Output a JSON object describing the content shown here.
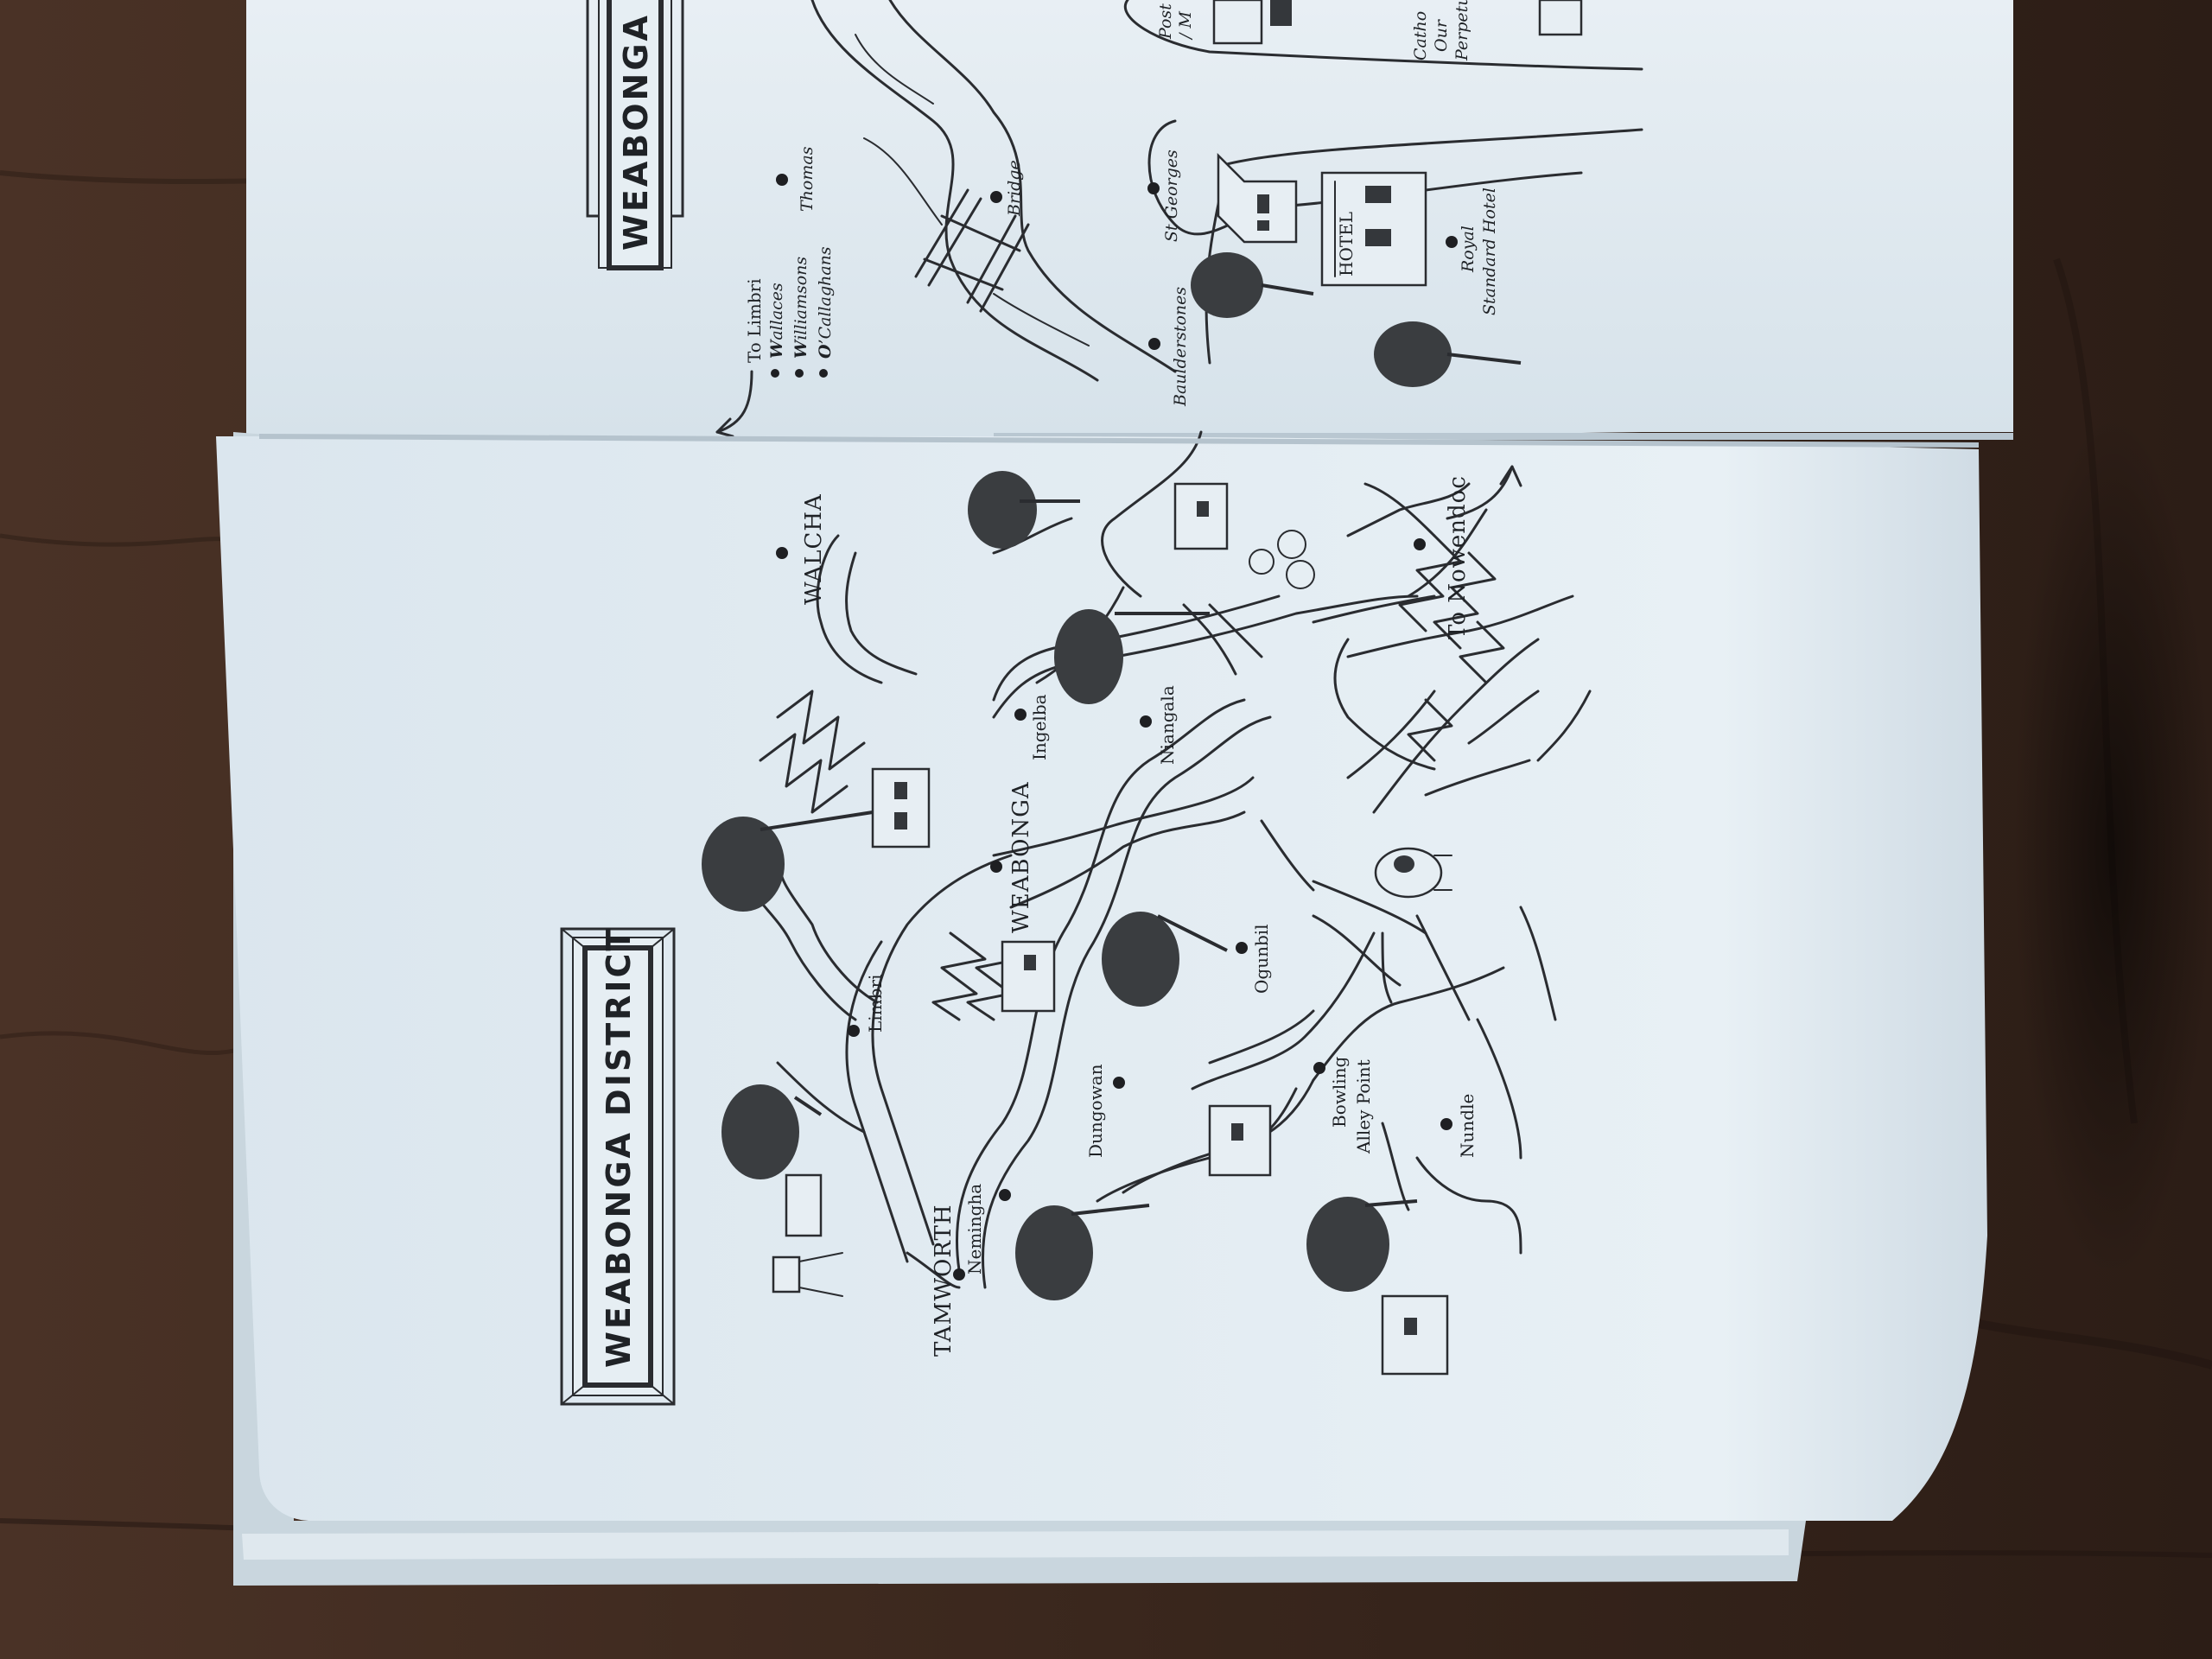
{
  "district_map": {
    "title": "WEABONGA DISTRICT",
    "towns": [
      {
        "id": "tamworth",
        "label": "TAMWORTH"
      },
      {
        "id": "nemingha",
        "label": "Nemingha"
      },
      {
        "id": "limbri",
        "label": "Limbri"
      },
      {
        "id": "weabonga",
        "label": "WEABONGA"
      },
      {
        "id": "dungowan",
        "label": "Dungowan"
      },
      {
        "id": "ogunbil",
        "label": "Ogunbil"
      },
      {
        "id": "bowling",
        "label": "Bowling"
      },
      {
        "id": "alley-point",
        "label": "Alley Point"
      },
      {
        "id": "nundle",
        "label": "Nundle"
      },
      {
        "id": "ingelba",
        "label": "Ingelba"
      },
      {
        "id": "niangala",
        "label": "Niangala"
      },
      {
        "id": "walcha",
        "label": "WALCHA"
      }
    ],
    "exit_label": "To Nowendoc"
  },
  "village_map": {
    "title": "WEABONGA VILLAG",
    "direction_label": "To Limbri",
    "legend": [
      {
        "initial": "W",
        "rest": "allaces"
      },
      {
        "initial": "W",
        "rest": "illiamsons"
      },
      {
        "initial": "O",
        "rest": "’Callaghans"
      }
    ],
    "places": {
      "thomas": "Thomas",
      "bridge": "Bridge",
      "st_georges": "St Georges",
      "hotel_sign": "HOTEL",
      "royal": "Royal",
      "standard_hotel": "Standard Hotel",
      "baulderstones": "Baulderstones",
      "post": "Post",
      "post_cont": "/ M",
      "catholic": "Catho",
      "our": "Our",
      "perpetual": "Perpetu"
    }
  },
  "colors": {
    "table_wood": "#3e2a20",
    "page_paper": "#e4edf3",
    "ink": "#2a2c30"
  }
}
